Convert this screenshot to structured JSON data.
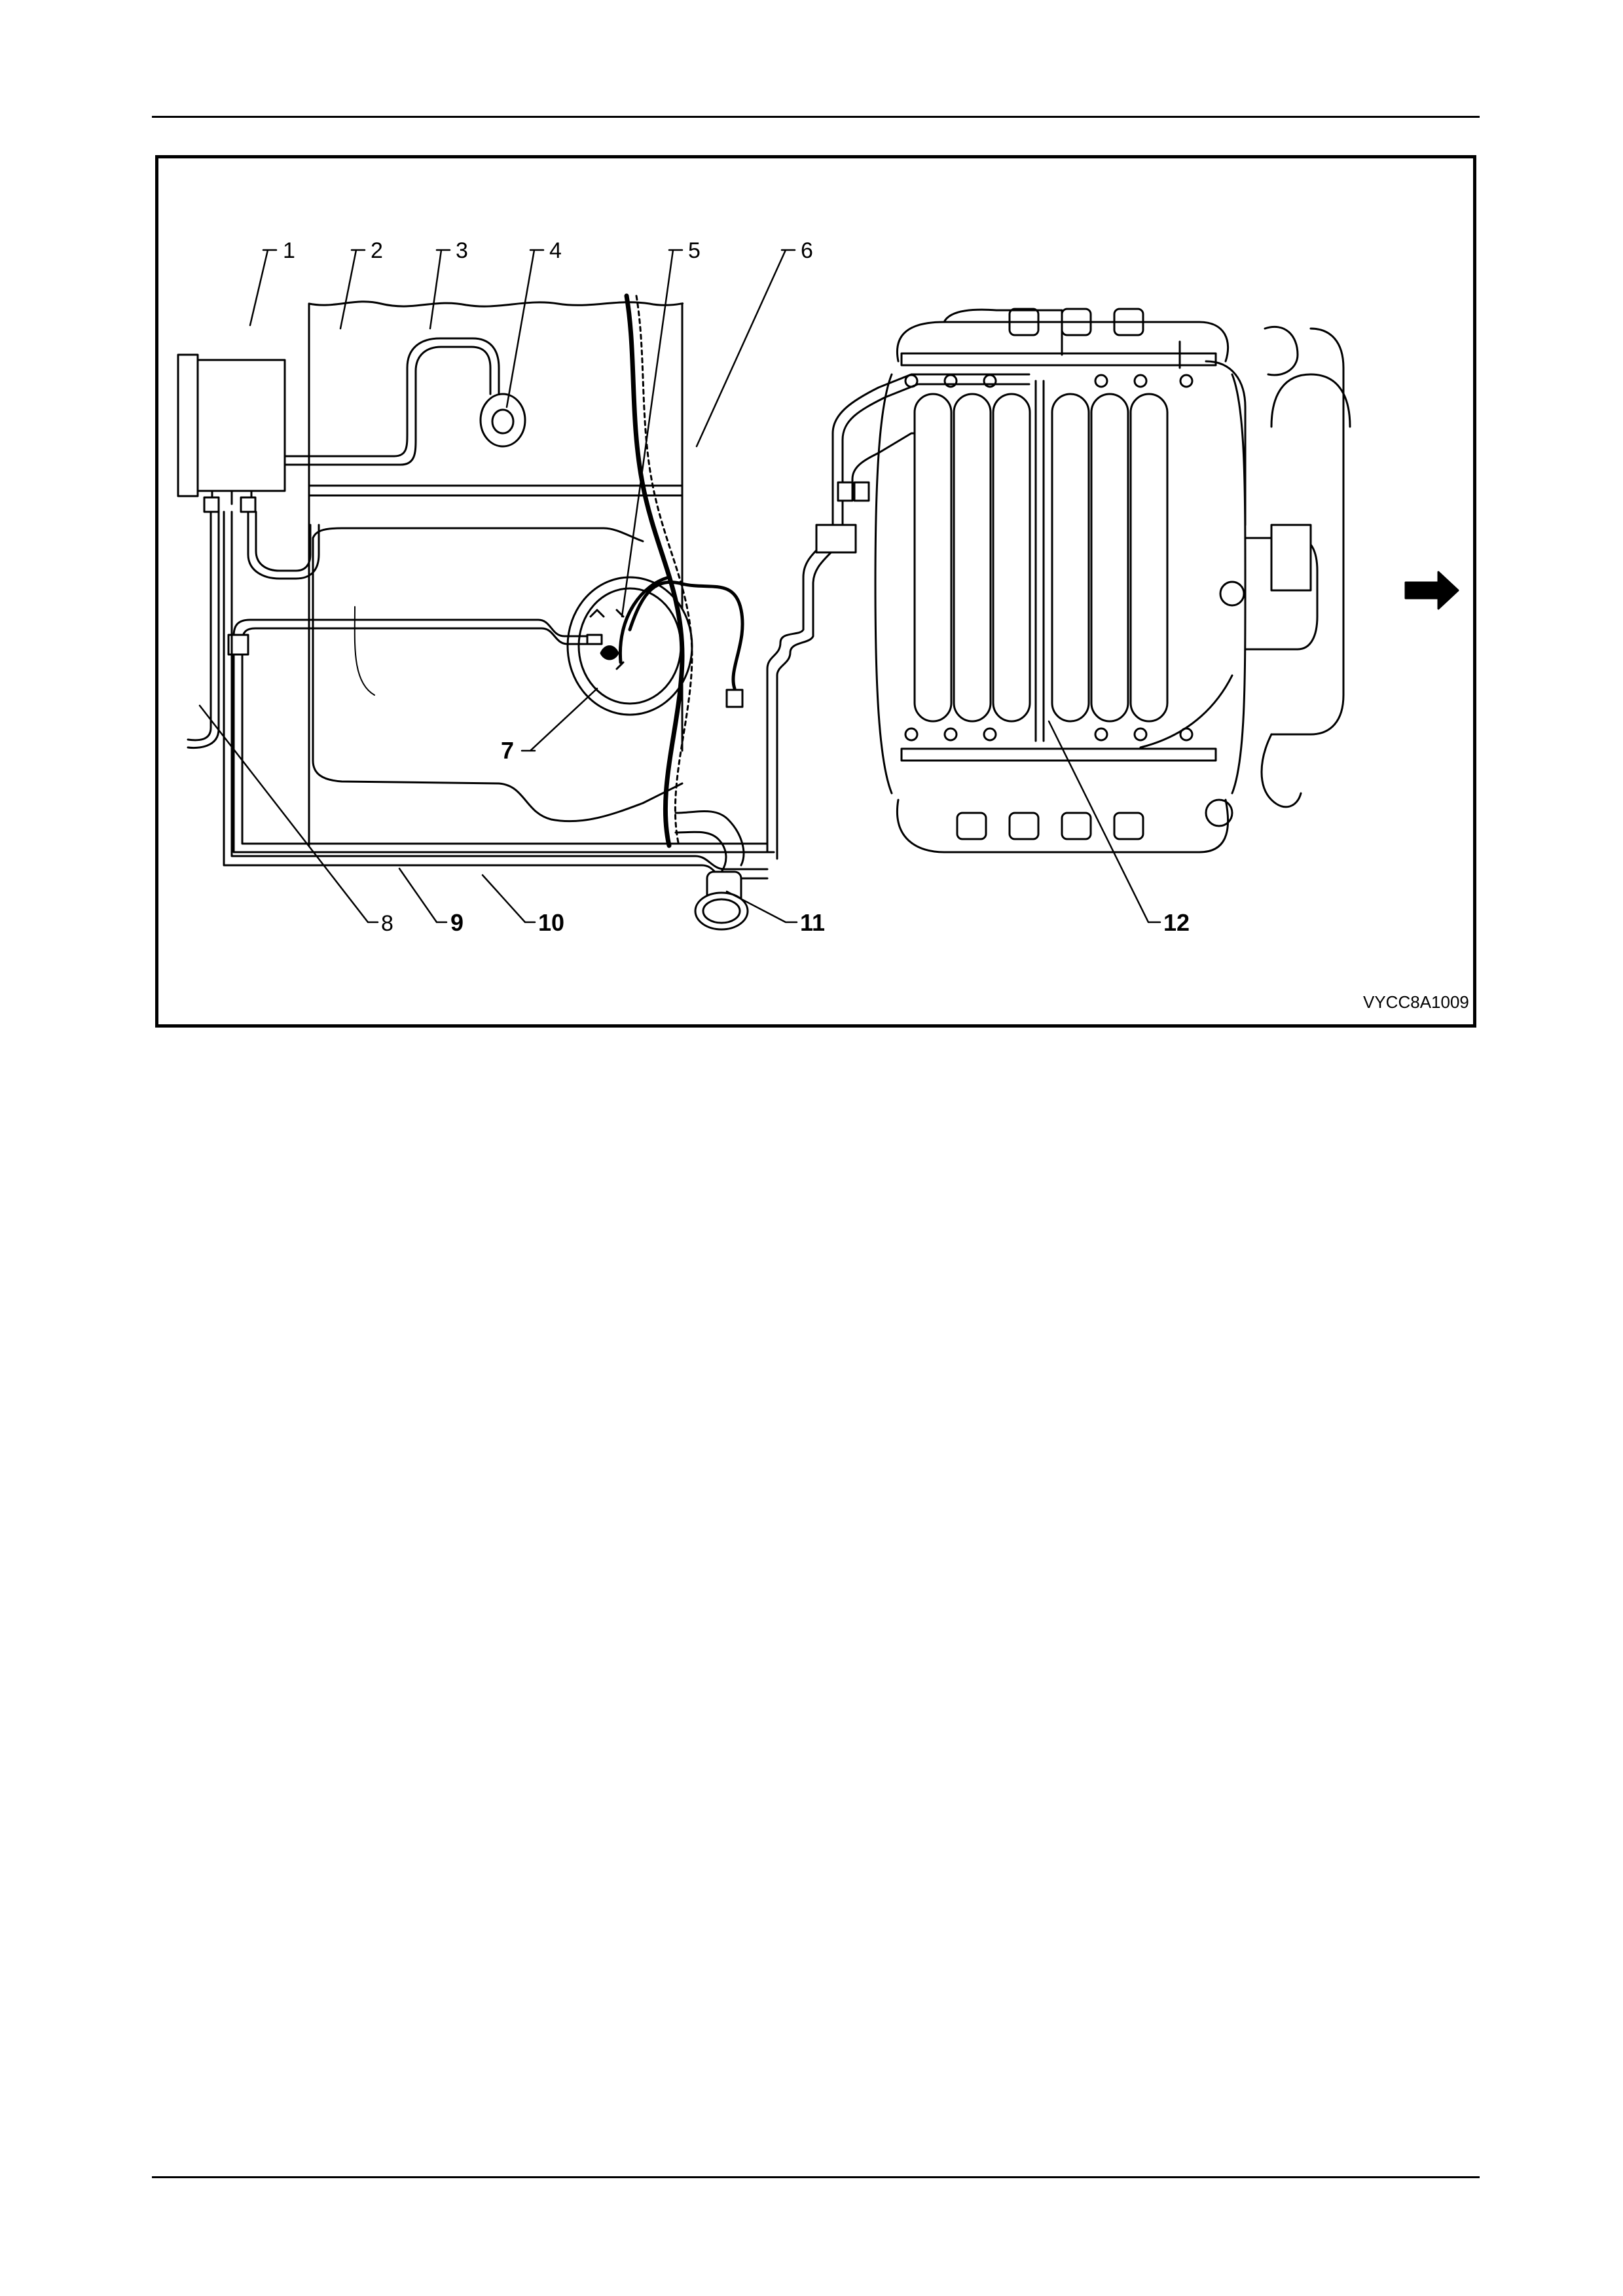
{
  "figure": {
    "id": "VYCC8A1009",
    "callouts": [
      {
        "label": "1"
      },
      {
        "label": "2"
      },
      {
        "label": "3"
      },
      {
        "label": "4"
      },
      {
        "label": "5"
      },
      {
        "label": "6"
      },
      {
        "label": "7"
      },
      {
        "label": "8"
      },
      {
        "label": "9"
      },
      {
        "label": "10"
      },
      {
        "label": "11"
      },
      {
        "label": "12"
      }
    ],
    "colors": {
      "line": "#000000",
      "background": "#ffffff"
    },
    "icons": [
      "direction-arrow-icon"
    ]
  }
}
